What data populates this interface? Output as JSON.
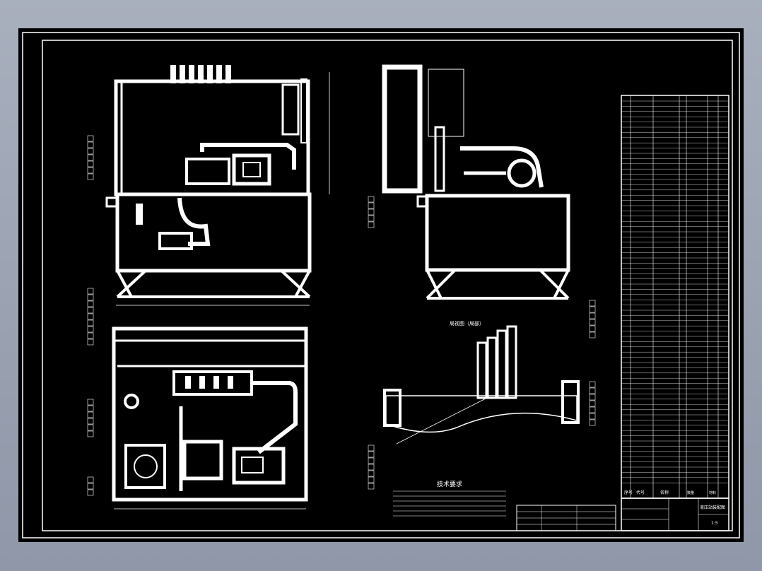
{
  "drawing": {
    "section_view_label": "局视图（局部）",
    "tech_requirements_title": "技术要求",
    "title_block": {
      "drawing_name": "液压站装配图",
      "col_seq": "序号",
      "col_code": "代号",
      "col_name": "名称",
      "col_qty": "数量",
      "col_material": "材料",
      "scale": "1:5"
    }
  },
  "colors": {
    "background": "#000000",
    "line": "#ffffff",
    "outer_frame": "#9aa2b2"
  }
}
